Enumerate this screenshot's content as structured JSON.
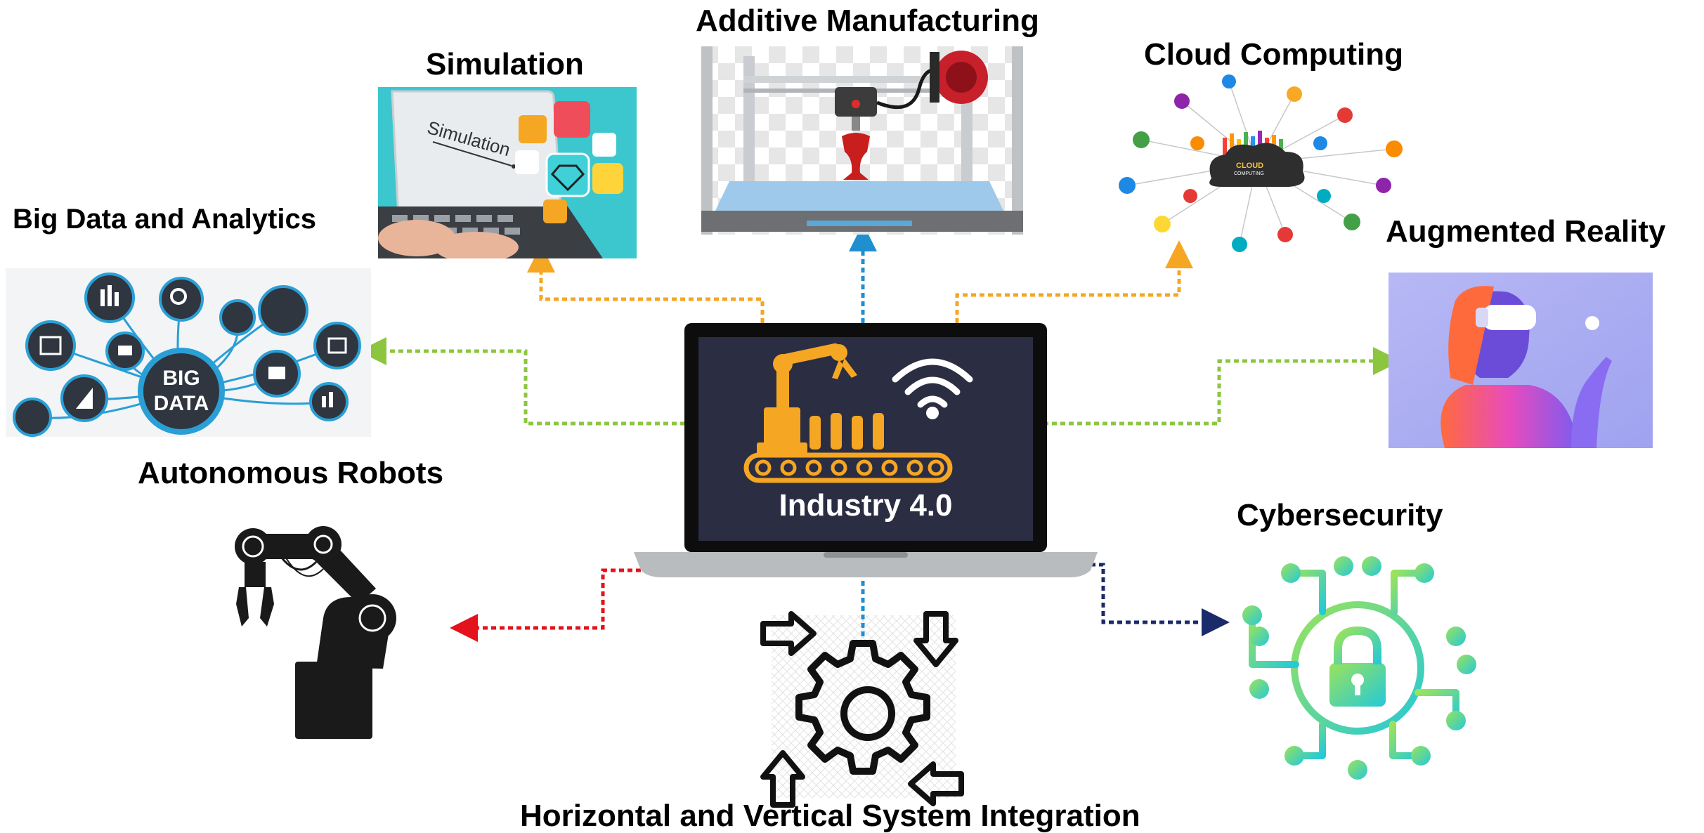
{
  "center": {
    "label": "Industry 4.0"
  },
  "nodes": [
    {
      "id": "simulation",
      "label": "Simulation",
      "image_text": "Simulation"
    },
    {
      "id": "additive",
      "label": "Additive Manufacturing"
    },
    {
      "id": "cloud",
      "label": "Cloud Computing",
      "logo_text": "CLOUD",
      "logo_subtext": "COMPUTING"
    },
    {
      "id": "bigdata",
      "label": "Big Data and Analytics",
      "logo_text_1": "BIG",
      "logo_text_2": "DATA"
    },
    {
      "id": "ar",
      "label": "Augmented Reality"
    },
    {
      "id": "robots",
      "label": "Autonomous Robots"
    },
    {
      "id": "cyber",
      "label": "Cybersecurity"
    },
    {
      "id": "integration",
      "label": "Horizontal and Vertical System Integration"
    }
  ],
  "colors": {
    "simulation": "#f5a623",
    "additive": "#1f8fd0",
    "cloud": "#f5a623",
    "bigdata": "#8cc63f",
    "ar": "#8cc63f",
    "robots": "#e3121b",
    "cyber": "#1b2a6b",
    "integration": "#1f8fd0",
    "screen": "#2b2d42",
    "robot_orange": "#f5a623"
  }
}
